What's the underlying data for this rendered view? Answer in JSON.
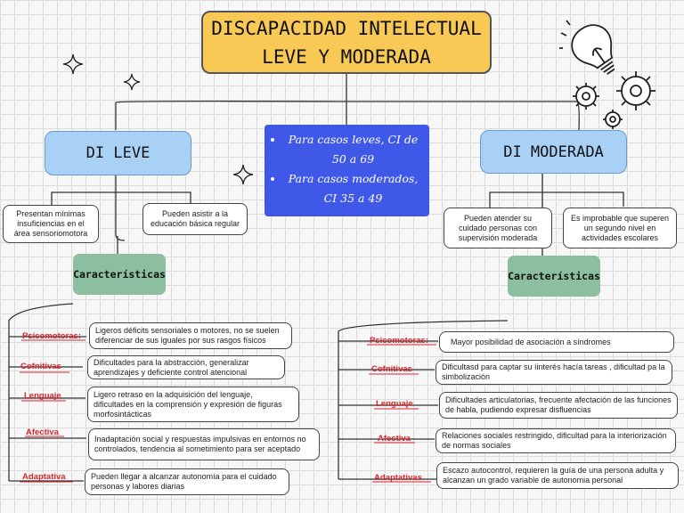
{
  "title": "DISCAPACIDAD INTELECTUAL LEVE Y MODERADA",
  "left": {
    "heading": "DI LEVE",
    "notes": [
      "Presentan mínimas insuficiencias en el área sensoriomotora",
      "Pueden asistir a la educación básica regular"
    ],
    "caracteristicas": "Características",
    "rows": [
      {
        "category": "Psicomotoras:",
        "text": "Ligeros déficits sensoriales o motores, no se suelen diferenciar de sus iguales por sus rasgos físicos"
      },
      {
        "category": "Cofnitivas",
        "text": "Dificultades para la abstracción, generalizar aprendizajes y deficiente control atencional"
      },
      {
        "category": "Lenguaje",
        "text": "Ligero retraso en la adquisición del lenguaje, dificultades en la comprensión y expresión de figuras morfosintácticas"
      },
      {
        "category": "Afectiva",
        "text": "Inadaptación social y respuestas impulsivas en entornos no controlados,  tendencia al sometimiento para ser aceptado"
      },
      {
        "category": "Adaptativa",
        "text": "Pueden llegar a alcanzar autonomía para el cuidado personas y labores diarias"
      }
    ]
  },
  "center": {
    "items": [
      "Para casos leves, CI de 50 a 69",
      "Para casos moderados, CI 35 a 49"
    ]
  },
  "right": {
    "heading": "DI MODERADA",
    "notes": [
      "Pueden atender su cuidado personas con supervisión moderada",
      "Es improbable que superen un segundo nivel en actividades escolares"
    ],
    "caracteristicas": "Características",
    "rows": [
      {
        "category": "Psicomotoras:",
        "text": "Mayor posibilidad de asociación a síndromes"
      },
      {
        "category": "Cofnitivas",
        "text": "Dificultasd para captar su íinterés hacía tareas , dificultad pa la simbolización"
      },
      {
        "category": "Lenguaje",
        "text": "Dificultades articulatorias, frecuente afectación de las funciones de habla, pudiendo expresar disfluencias"
      },
      {
        "category": "Afectiva",
        "text": "Relaciones sociales restringido, dificultad para la interiorización de normas sociales"
      },
      {
        "category": "Adaptativas",
        "text": "Escazo autocontrol, requieren la guía de una persona adulta y alcanzan un grado variable de autonomia personal"
      }
    ]
  },
  "icons": [
    "sparkle-icon",
    "lightbulb-icon",
    "gear-icon"
  ]
}
